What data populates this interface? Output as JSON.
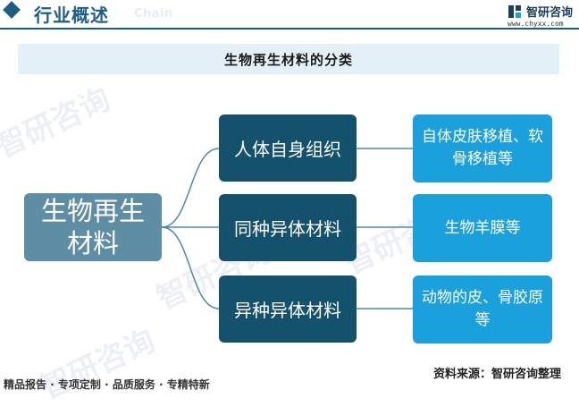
{
  "header": {
    "title": "行业概述",
    "subtitle": "Chain",
    "logo_name": "智研咨询",
    "logo_url": "www.chyxx.com"
  },
  "diagram": {
    "title": "生物再生材料的分类",
    "root": "生物再生材料",
    "branches": [
      {
        "label": "人体自身组织",
        "example": "自体皮肤移植、软骨移植等"
      },
      {
        "label": "同种异体材料",
        "example": "生物羊膜等"
      },
      {
        "label": "异种异体材料",
        "example": "动物的皮、骨胶原等"
      }
    ]
  },
  "footer": {
    "services": "精品报告 · 专项定制 · 品质服务 · 专精特新",
    "source": "资料来源：智研咨询整理"
  },
  "colors": {
    "brand": "#1c5f86",
    "root_box": "#5e8ea3",
    "branch_box": "#14516d",
    "leaf_box": "#1aa0dc",
    "title_bar": "#e3f0f8"
  }
}
